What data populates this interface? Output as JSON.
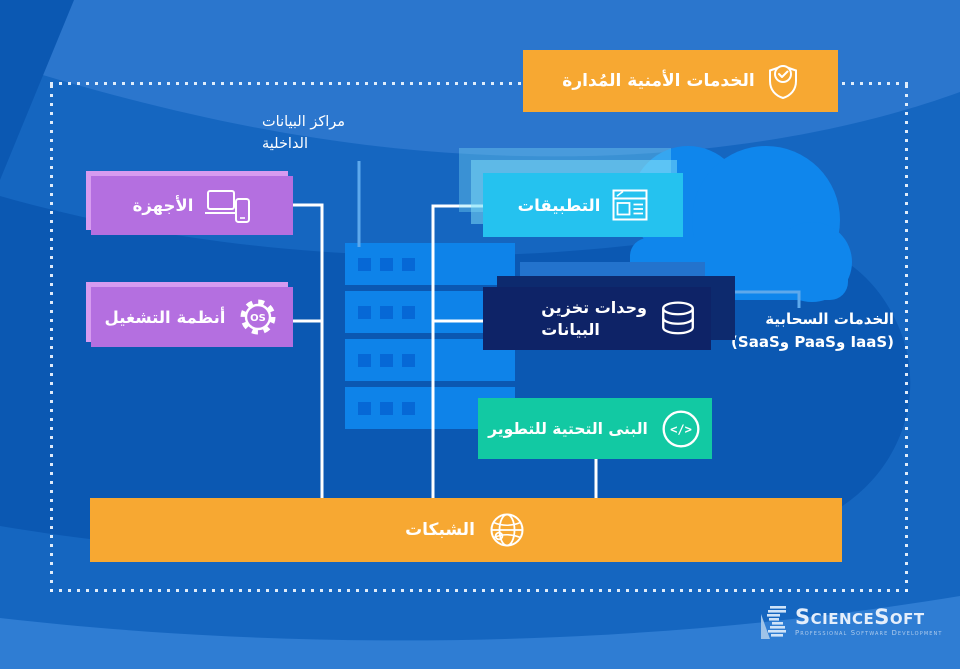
{
  "header": {
    "label": "الخدمات الأمنية المُدارة",
    "icon": "shield-check-icon"
  },
  "annotations": {
    "datacenter_line1": "مراكز البيانات",
    "datacenter_line2": "الداخلية",
    "cloud_line1": "الخدمات السحابية",
    "cloud_line2": "(IaaS وPaaS وSaaS)"
  },
  "nodes": {
    "devices": {
      "label": "الأجهزة",
      "icon": "devices-icon",
      "color": "#B46FE0"
    },
    "operating_systems": {
      "label": "أنظمة التشغيل",
      "icon": "os-gear-icon",
      "color": "#B46FE0"
    },
    "applications": {
      "label": "التطبيقات",
      "icon": "browser-icon",
      "color": "#25C2EF"
    },
    "data_storage": {
      "line1": "وحدات تخزين",
      "line2": "البيانات",
      "icon": "database-icon",
      "color": "#0E2367"
    },
    "dev_infrastructure": {
      "label": "البنى التحتية للتطوير",
      "icon": "code-icon",
      "color": "#12C9A3"
    },
    "networks": {
      "label": "الشبكات",
      "icon": "globe-icon",
      "color": "#F7A832"
    }
  },
  "icons": {
    "os_badge": "OS",
    "code_glyph": "</>"
  },
  "colors": {
    "accent_orange": "#F7A832",
    "purple": "#B46FE0",
    "cyan": "#25C2EF",
    "navy": "#0E2367",
    "teal": "#12C9A3",
    "server_blue": "#0E83E9",
    "cloud_blue": "#0F86EC",
    "background_blue": "#1566C0",
    "connector_light": "#5EA9EC"
  },
  "footer": {
    "brand": "ScienceSoft",
    "tagline": "Professional Software Development"
  }
}
